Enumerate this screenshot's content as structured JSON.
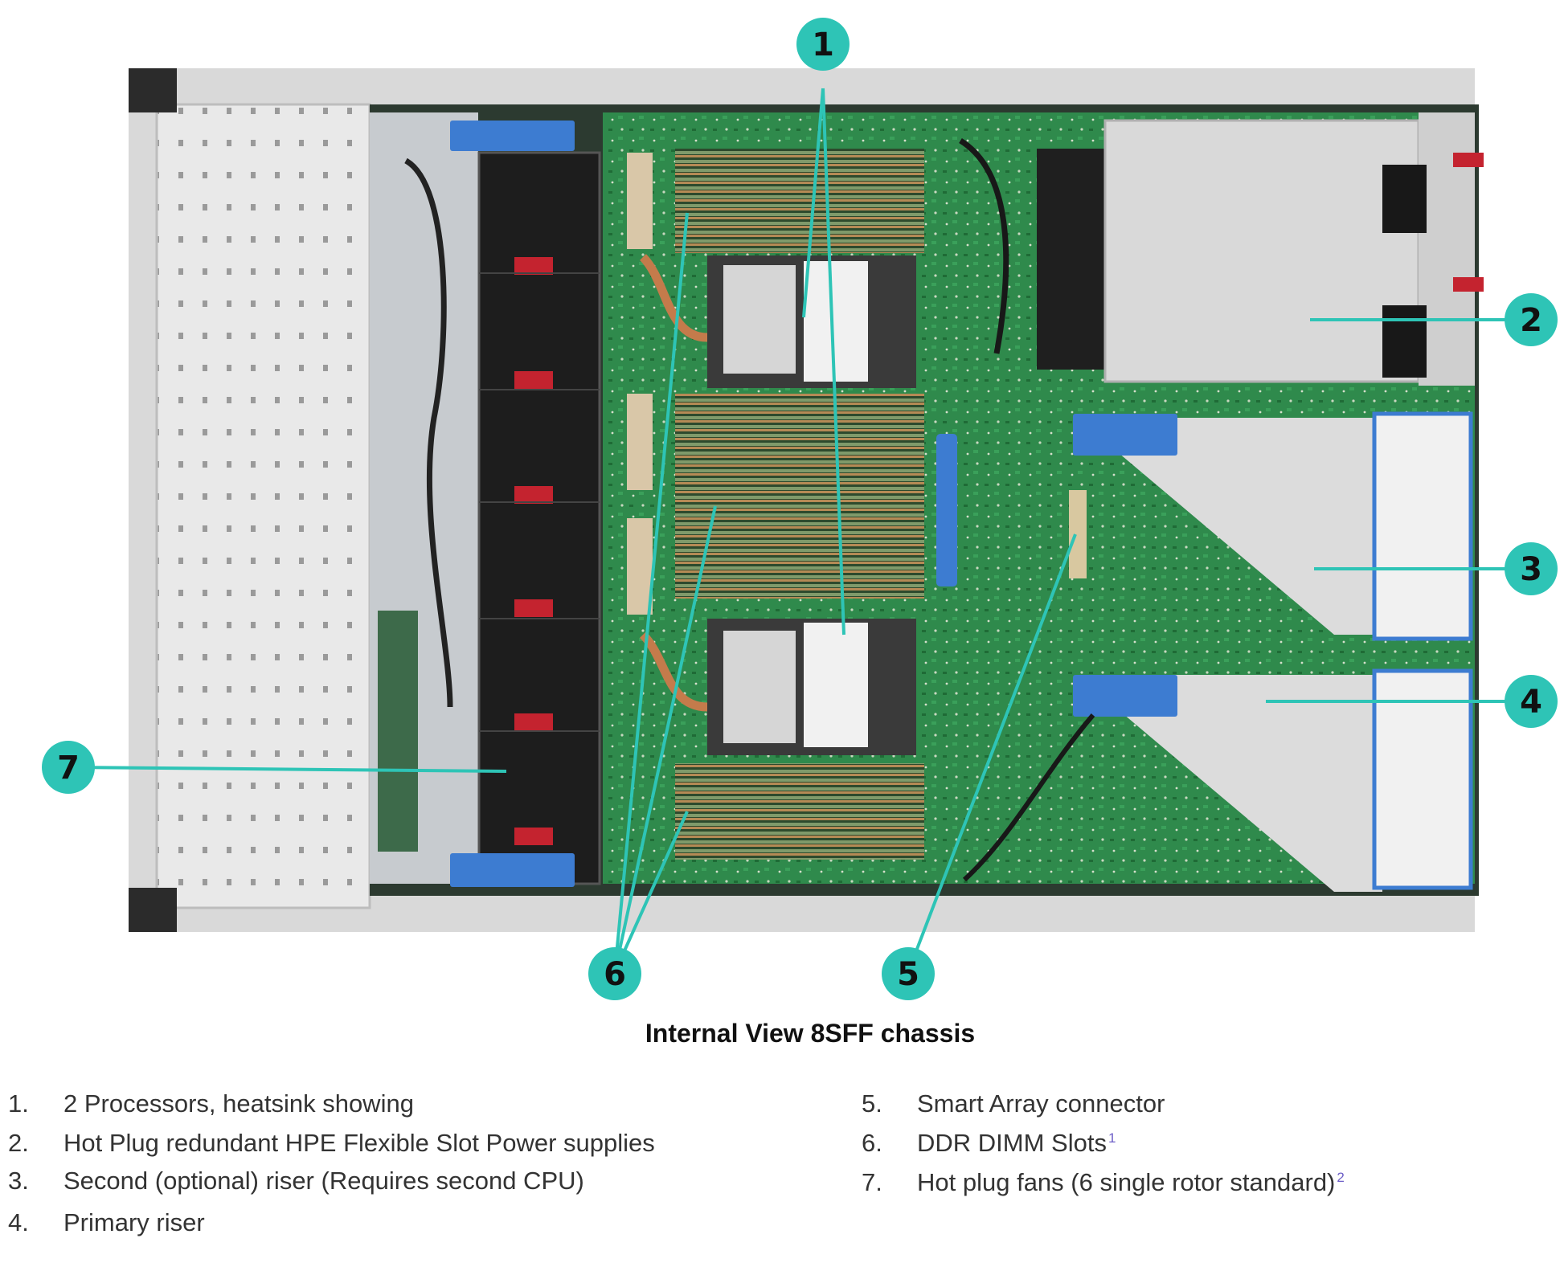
{
  "figure": {
    "caption": "Internal View 8SFF chassis",
    "callout_color": "#2ec4b6",
    "callouts": [
      "1",
      "2",
      "3",
      "4",
      "5",
      "6",
      "7"
    ]
  },
  "legend": [
    {
      "number": "1.",
      "text": "2 Processors, heatsink showing",
      "footnote": ""
    },
    {
      "number": "2.",
      "text": "Hot Plug redundant HPE Flexible Slot Power supplies",
      "footnote": ""
    },
    {
      "number": "3.",
      "text": "Second (optional) riser (Requires second CPU)",
      "footnote": ""
    },
    {
      "number": "4.",
      "text": "Primary riser",
      "footnote": ""
    },
    {
      "number": "5.",
      "text": "Smart Array connector",
      "footnote": ""
    },
    {
      "number": "6.",
      "text": "DDR DIMM Slots",
      "footnote": "1"
    },
    {
      "number": "7.",
      "text": "Hot plug fans (6 single rotor standard)",
      "footnote": "2"
    }
  ]
}
